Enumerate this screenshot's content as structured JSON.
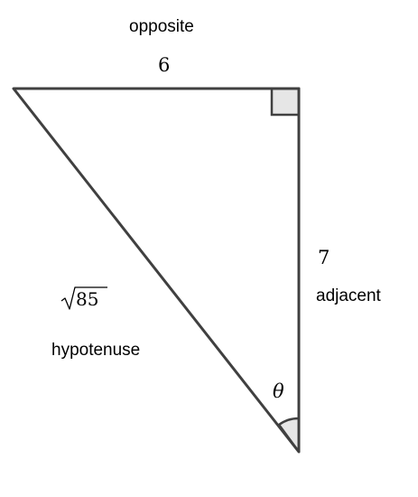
{
  "figure": {
    "colors": {
      "stroke": "#404040",
      "right_angle_fill": "#e6e6e6",
      "angle_arc_fill": "#e6e6e6"
    },
    "labels": {
      "opposite_word": "opposite",
      "opposite_value": "6",
      "adjacent_value": "7",
      "adjacent_word": "adjacent",
      "hypotenuse_value": "85",
      "hypotenuse_word": "hypotenuse",
      "angle": "θ"
    },
    "hypotenuse_radical": "square-root"
  }
}
